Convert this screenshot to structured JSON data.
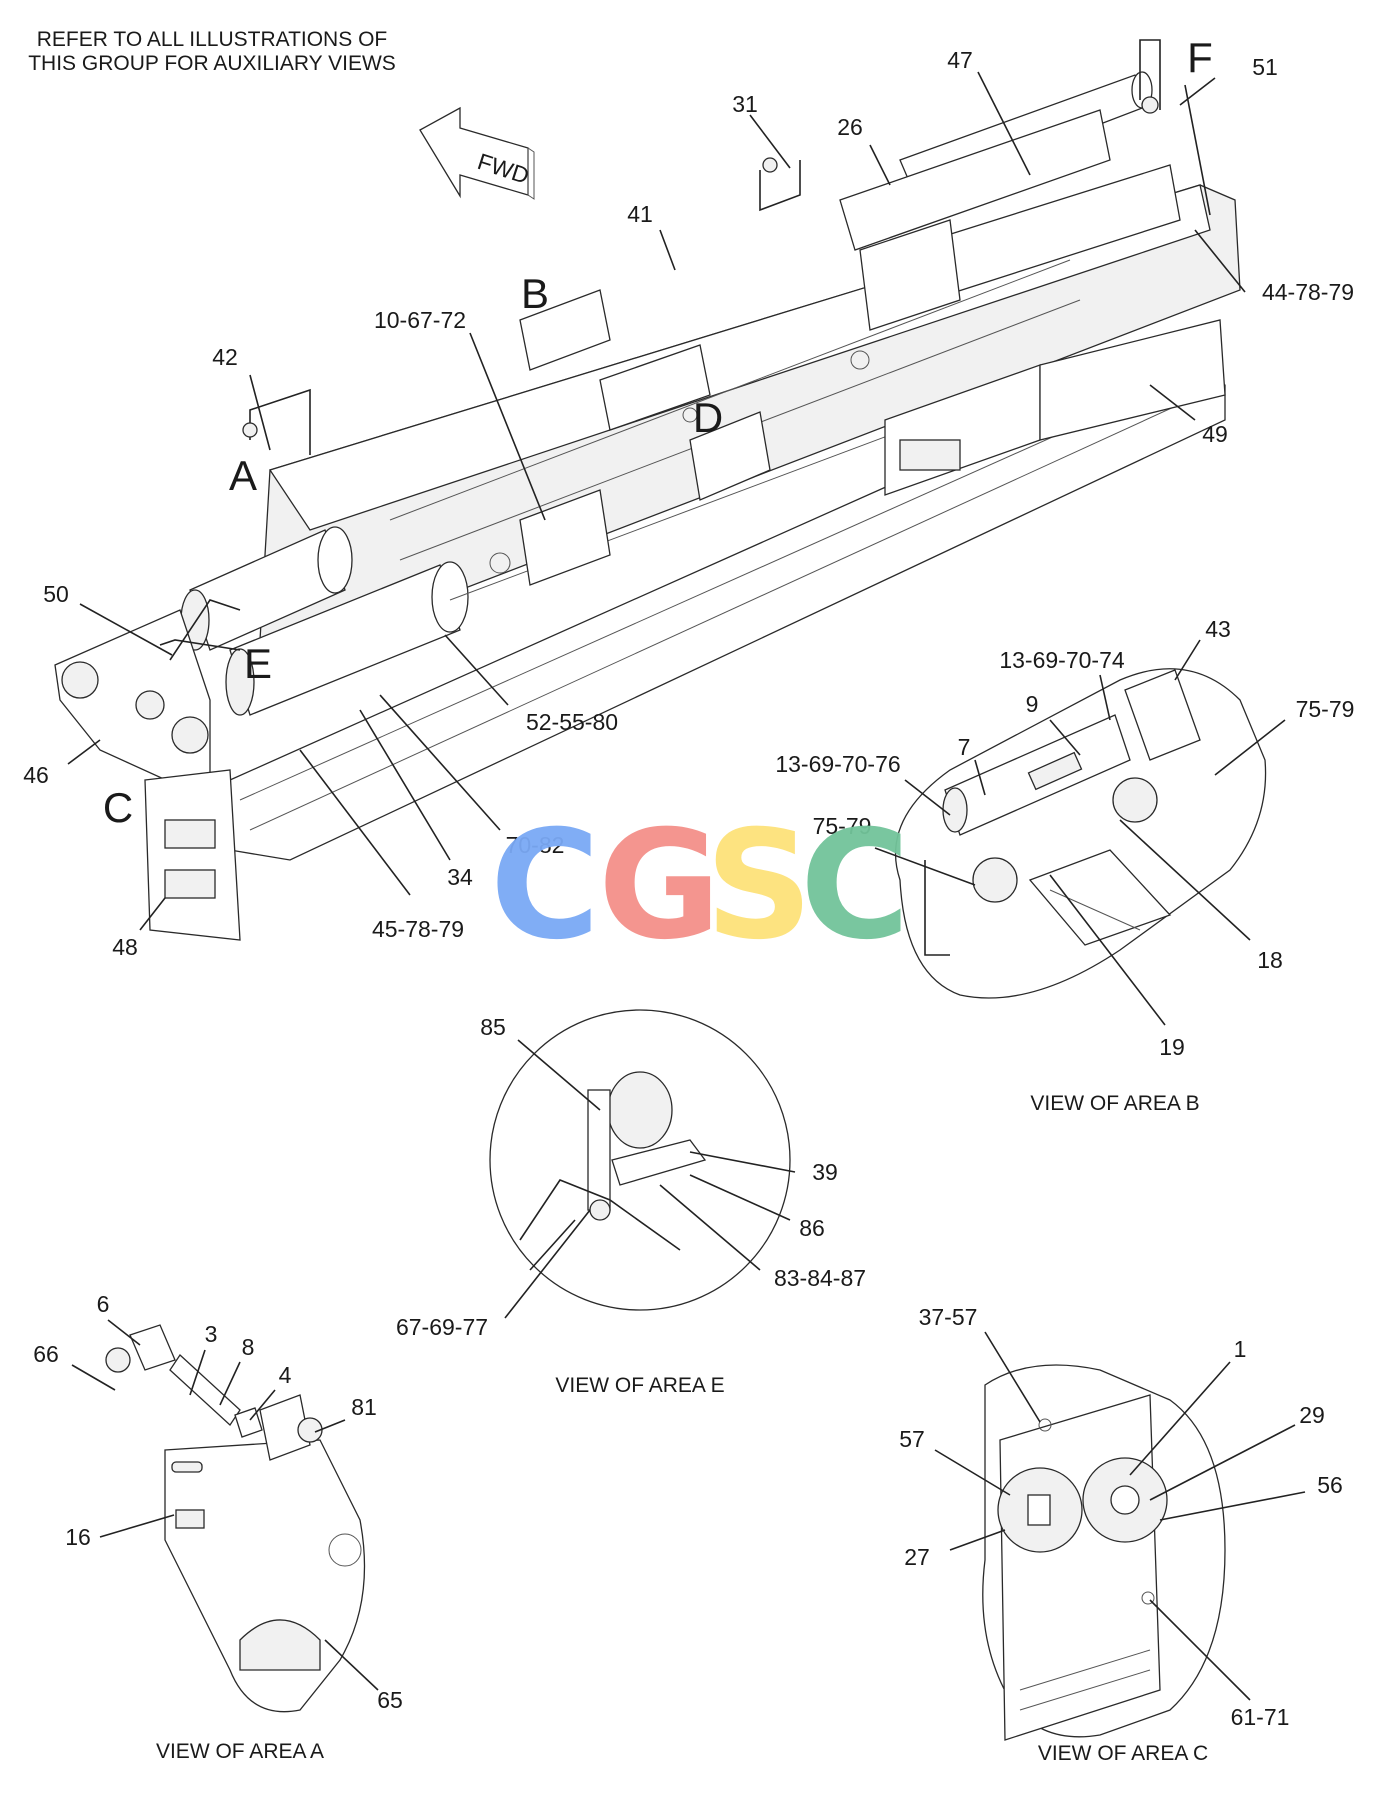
{
  "note": [
    "REFER TO ALL ILLUSTRATIONS OF",
    "THIS GROUP FOR AUXILIARY VIEWS"
  ],
  "fwd_label": "FWD",
  "area_letters": [
    "A",
    "B",
    "C",
    "D",
    "E",
    "F"
  ],
  "watermark": {
    "text": "CGSC",
    "letters": [
      "C",
      "G",
      "S",
      "C"
    ],
    "colors": [
      "#7aa9f5",
      "#f4908a",
      "#fde27a",
      "#72c49a"
    ]
  },
  "captions": {
    "area_b": "VIEW OF AREA  B",
    "area_e": "VIEW OF AREA  E",
    "area_a": "VIEW OF AREA  A",
    "area_c": "VIEW OF AREA  C"
  },
  "callouts": {
    "main": [
      "51",
      "47",
      "31",
      "26",
      "41",
      "44-78-79",
      "10-67-72",
      "42",
      "49",
      "50",
      "52-55-80",
      "46",
      "70-82",
      "34",
      "48",
      "45-78-79"
    ],
    "view_b": [
      "43",
      "13-69-70-74",
      "9",
      "75-79",
      "7",
      "13-69-70-76",
      "75-79",
      "18",
      "19"
    ],
    "view_e": [
      "85",
      "39",
      "86",
      "83-84-87",
      "67-69-77"
    ],
    "view_a": [
      "6",
      "3",
      "8",
      "66",
      "4",
      "81",
      "16",
      "65"
    ],
    "view_c": [
      "37-57",
      "1",
      "29",
      "57",
      "56",
      "27",
      "61-71"
    ]
  }
}
